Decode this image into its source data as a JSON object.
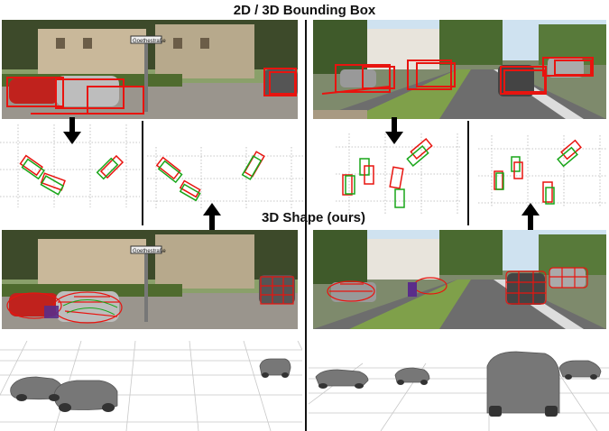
{
  "header": {
    "top_title": "2D / 3D Bounding Box",
    "mid_title": "3D Shape (ours)"
  },
  "photos": {
    "top_left_sign": "Goethestraße",
    "bottom_left_sign": "Goethestraße"
  },
  "colors": {
    "box_red": "#e8140f",
    "box_green": "#19a619",
    "grid": "#b5b5b5",
    "divider": "#111111"
  },
  "icons": [
    "arrow-down-icon",
    "arrow-up-icon"
  ]
}
